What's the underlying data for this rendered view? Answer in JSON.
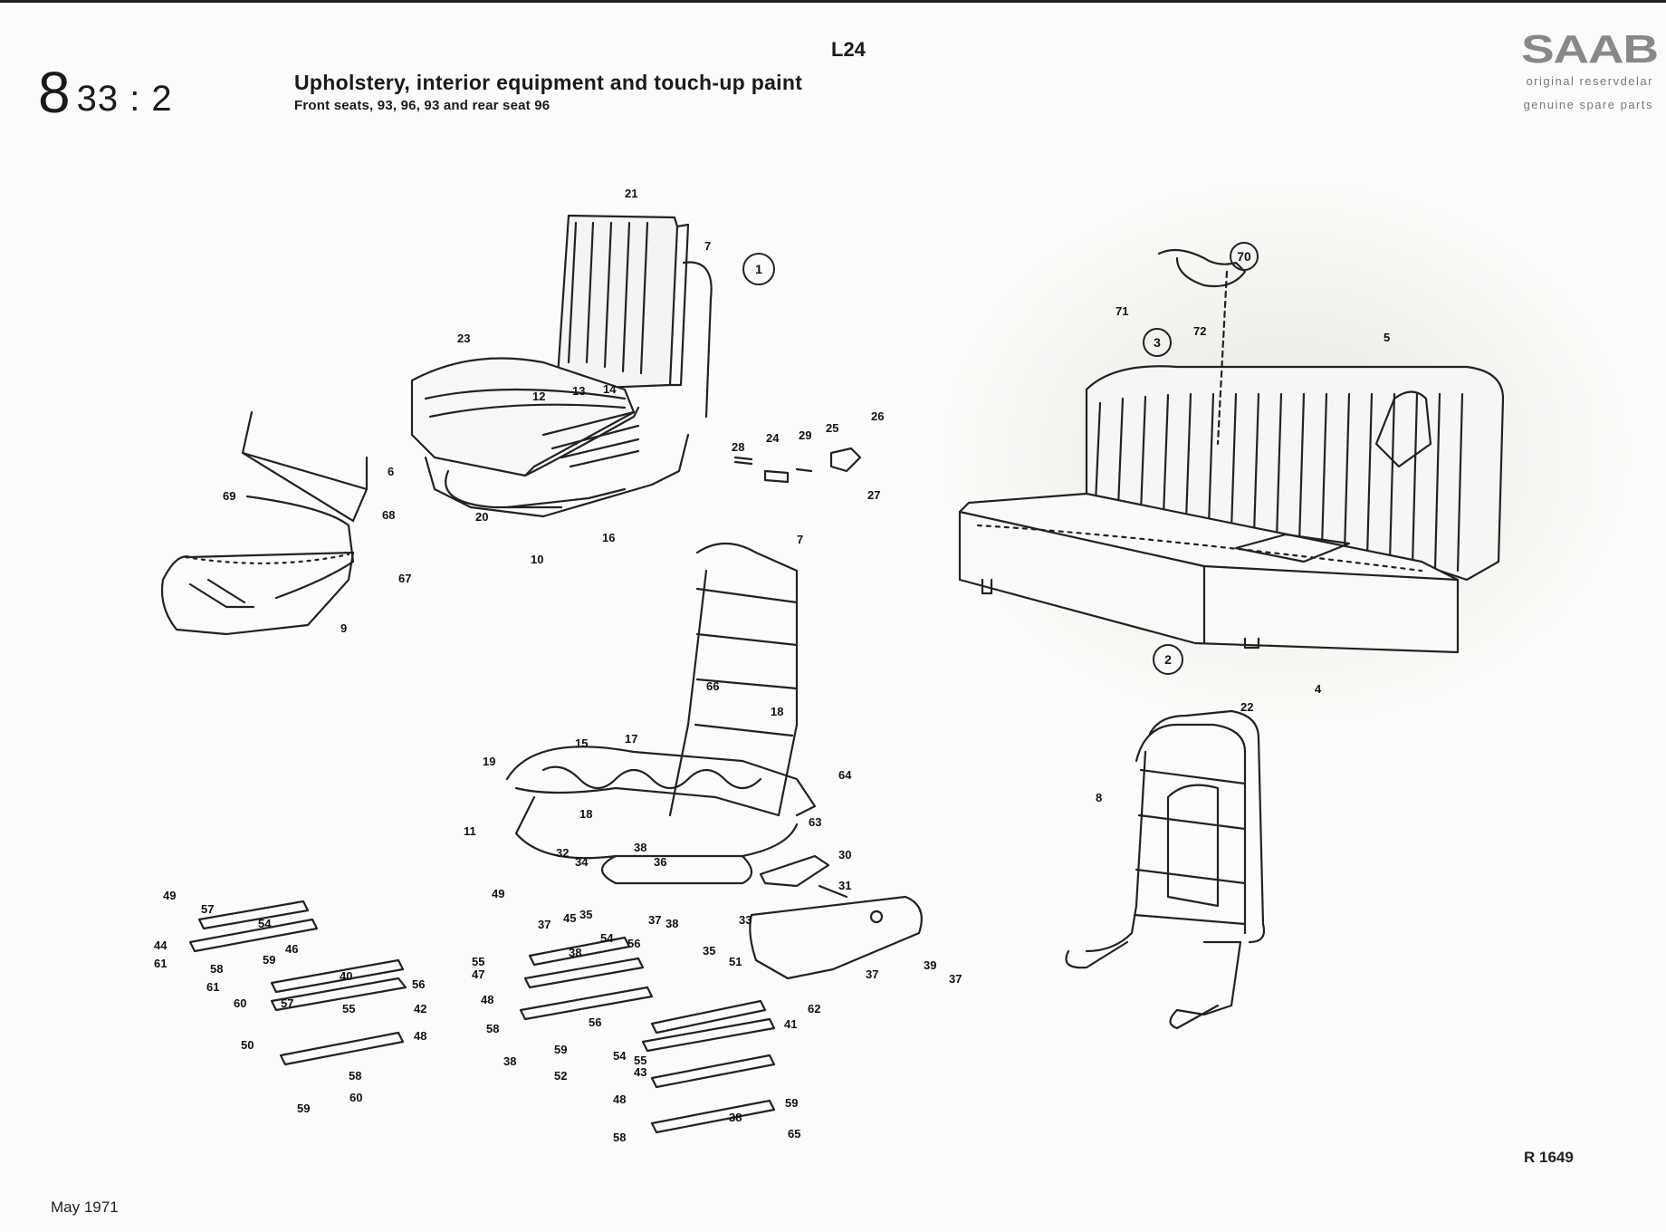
{
  "header": {
    "section_main": "8",
    "section_sub": "33 : 2",
    "code": "L24",
    "title": "Upholstery, interior equipment and touch-up paint",
    "subtitle": "Front seats, 93, 96, 93   and rear seat 96"
  },
  "brand": {
    "logo_text": "SAAB",
    "tagline_1": "original reservdelar",
    "tagline_2": "genuine spare parts"
  },
  "footer": {
    "date": "May 1971",
    "reference": "R 1649"
  },
  "callouts": [
    "1",
    "2",
    "3",
    "70"
  ],
  "part_labels": [
    {
      "id": "p21",
      "text": "21"
    },
    {
      "id": "p7a",
      "text": "7"
    },
    {
      "id": "p23",
      "text": "23"
    },
    {
      "id": "p12",
      "text": "12"
    },
    {
      "id": "p13",
      "text": "13"
    },
    {
      "id": "p14",
      "text": "14"
    },
    {
      "id": "p6",
      "text": "6"
    },
    {
      "id": "p69",
      "text": "69"
    },
    {
      "id": "p68",
      "text": "68"
    },
    {
      "id": "p67",
      "text": "67"
    },
    {
      "id": "p9",
      "text": "9"
    },
    {
      "id": "p20",
      "text": "20"
    },
    {
      "id": "p10",
      "text": "10"
    },
    {
      "id": "p16",
      "text": "16"
    },
    {
      "id": "p28",
      "text": "28"
    },
    {
      "id": "p24",
      "text": "24"
    },
    {
      "id": "p29",
      "text": "29"
    },
    {
      "id": "p25",
      "text": "25"
    },
    {
      "id": "p26",
      "text": "26"
    },
    {
      "id": "p27",
      "text": "27"
    },
    {
      "id": "p7b",
      "text": "7"
    },
    {
      "id": "p66",
      "text": "66"
    },
    {
      "id": "p18a",
      "text": "18"
    },
    {
      "id": "p15",
      "text": "15"
    },
    {
      "id": "p17",
      "text": "17"
    },
    {
      "id": "p19",
      "text": "19"
    },
    {
      "id": "p64",
      "text": "64"
    },
    {
      "id": "p11",
      "text": "11"
    },
    {
      "id": "p18b",
      "text": "18"
    },
    {
      "id": "p63",
      "text": "63"
    },
    {
      "id": "p30",
      "text": "30"
    },
    {
      "id": "p31",
      "text": "31"
    },
    {
      "id": "p32",
      "text": "32"
    },
    {
      "id": "p34",
      "text": "34"
    },
    {
      "id": "p36",
      "text": "36"
    },
    {
      "id": "p38a",
      "text": "38"
    },
    {
      "id": "p71",
      "text": "71"
    },
    {
      "id": "p72",
      "text": "72"
    },
    {
      "id": "p5",
      "text": "5"
    },
    {
      "id": "p4",
      "text": "4"
    },
    {
      "id": "p22",
      "text": "22"
    },
    {
      "id": "p8",
      "text": "8"
    },
    {
      "id": "p49a",
      "text": "49"
    },
    {
      "id": "p57a",
      "text": "57"
    },
    {
      "id": "p54a",
      "text": "54"
    },
    {
      "id": "p44",
      "text": "44"
    },
    {
      "id": "p61a",
      "text": "61"
    },
    {
      "id": "p46",
      "text": "46"
    },
    {
      "id": "p58a",
      "text": "58"
    },
    {
      "id": "p59a",
      "text": "59"
    },
    {
      "id": "p61b",
      "text": "61"
    },
    {
      "id": "p40",
      "text": "40"
    },
    {
      "id": "p56a",
      "text": "56"
    },
    {
      "id": "p60a",
      "text": "60"
    },
    {
      "id": "p57b",
      "text": "57"
    },
    {
      "id": "p55a",
      "text": "55"
    },
    {
      "id": "p42",
      "text": "42"
    },
    {
      "id": "p50",
      "text": "50"
    },
    {
      "id": "p48a",
      "text": "48"
    },
    {
      "id": "p58b",
      "text": "58"
    },
    {
      "id": "p59b",
      "text": "59"
    },
    {
      "id": "p60b",
      "text": "60"
    },
    {
      "id": "p49b",
      "text": "49"
    },
    {
      "id": "p37a",
      "text": "37"
    },
    {
      "id": "p45",
      "text": "45"
    },
    {
      "id": "p35a",
      "text": "35"
    },
    {
      "id": "p37b",
      "text": "37"
    },
    {
      "id": "p38b",
      "text": "38"
    },
    {
      "id": "p38c",
      "text": "38"
    },
    {
      "id": "p54b",
      "text": "54"
    },
    {
      "id": "p56b",
      "text": "56"
    },
    {
      "id": "p55b",
      "text": "55"
    },
    {
      "id": "p47",
      "text": "47"
    },
    {
      "id": "p48b",
      "text": "48"
    },
    {
      "id": "p58c",
      "text": "58"
    },
    {
      "id": "p59c",
      "text": "59"
    },
    {
      "id": "p38d",
      "text": "38"
    },
    {
      "id": "p52",
      "text": "52"
    },
    {
      "id": "p33",
      "text": "33"
    },
    {
      "id": "p35b",
      "text": "35"
    },
    {
      "id": "p51",
      "text": "51"
    },
    {
      "id": "p56c",
      "text": "56"
    },
    {
      "id": "p41",
      "text": "41"
    },
    {
      "id": "p54c",
      "text": "54"
    },
    {
      "id": "p55c",
      "text": "55"
    },
    {
      "id": "p43",
      "text": "43"
    },
    {
      "id": "p48c",
      "text": "48"
    },
    {
      "id": "p58d",
      "text": "58"
    },
    {
      "id": "p59d",
      "text": "59"
    },
    {
      "id": "p38e",
      "text": "38"
    },
    {
      "id": "p65",
      "text": "65"
    },
    {
      "id": "p37c",
      "text": "37"
    },
    {
      "id": "p39",
      "text": "39"
    },
    {
      "id": "p37d",
      "text": "37"
    },
    {
      "id": "p62",
      "text": "62"
    }
  ]
}
